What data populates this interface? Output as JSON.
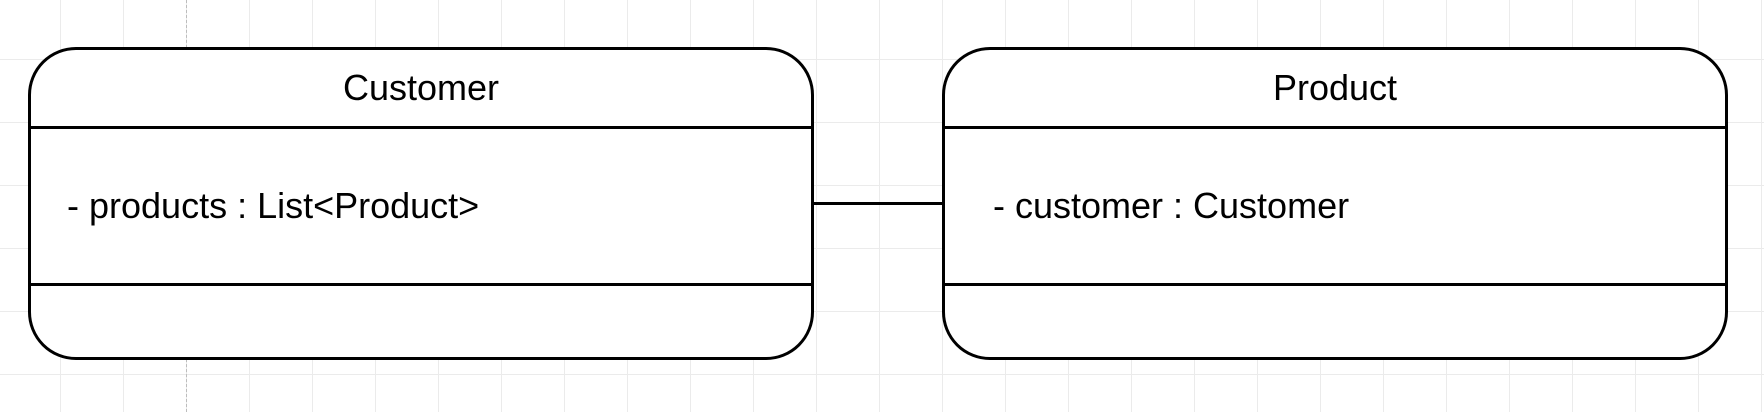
{
  "classes": [
    {
      "name": "Customer",
      "attributes": [
        "- products : List<Product>"
      ],
      "methods": []
    },
    {
      "name": "Product",
      "attributes": [
        "- customer : Customer"
      ],
      "methods": []
    }
  ],
  "association": {
    "from": "Customer",
    "to": "Product"
  }
}
